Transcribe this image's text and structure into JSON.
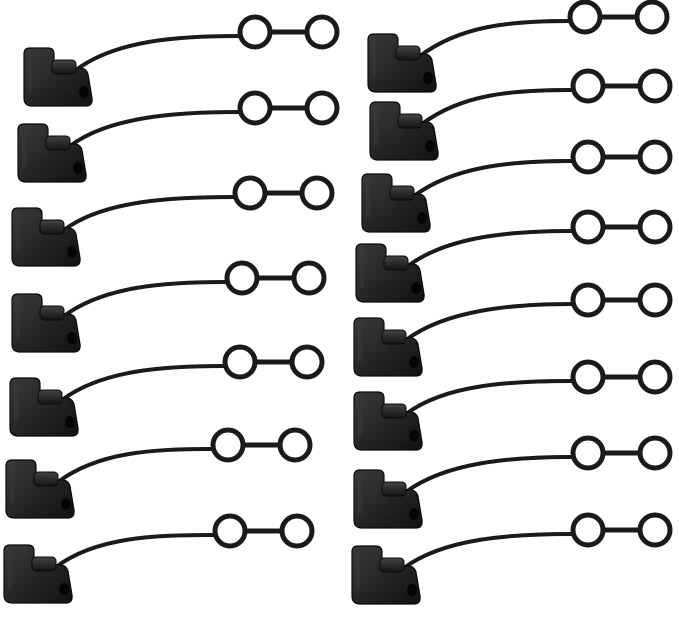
{
  "image": {
    "subject": "dust-caps",
    "background_color": "#ffffff",
    "item_color": "#1a1a1a",
    "item_highlight": "#3a3a3a",
    "columns": 2,
    "rows_per_column": [
      7,
      8
    ],
    "total_items": 15
  }
}
